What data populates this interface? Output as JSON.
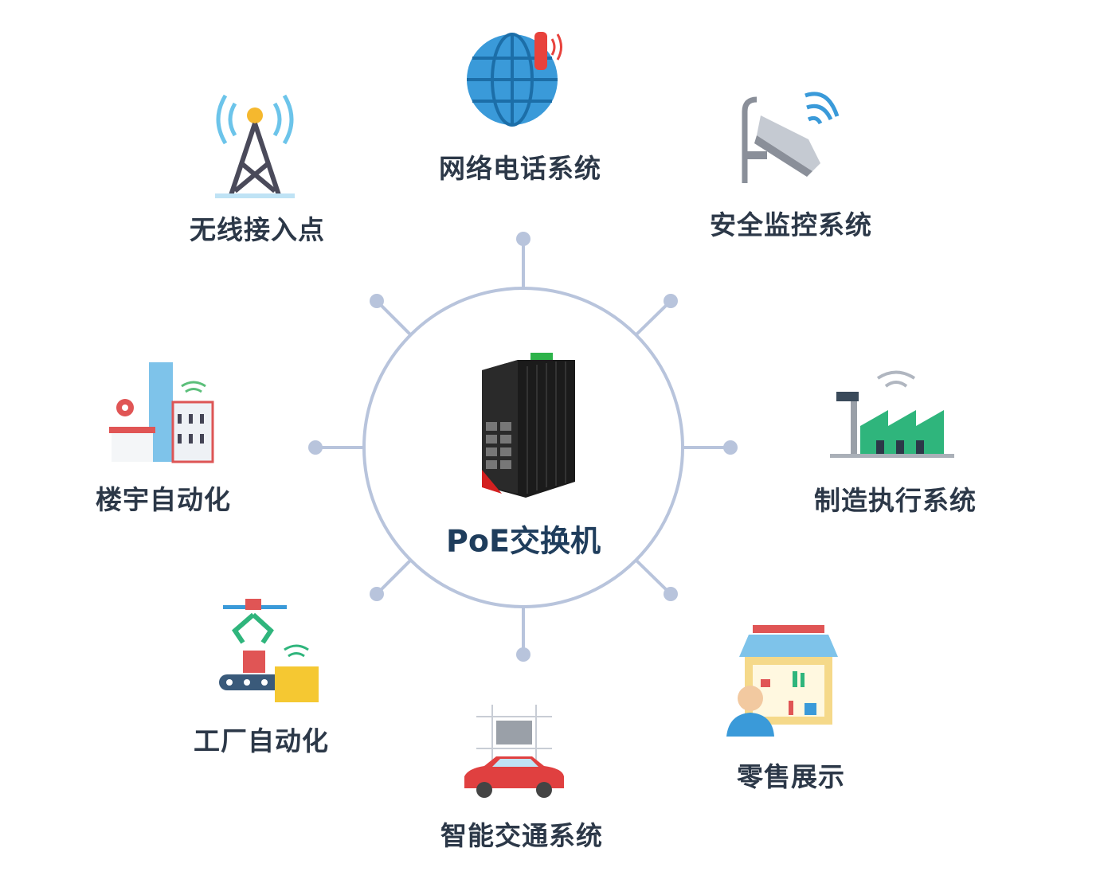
{
  "center": {
    "title": "PoE交换机"
  },
  "nodes": [
    {
      "label": "无线接入点",
      "icon": "cell-tower-icon"
    },
    {
      "label": "网络电话系统",
      "icon": "globe-phone-icon"
    },
    {
      "label": "安全监控系统",
      "icon": "security-camera-icon"
    },
    {
      "label": "楼宇自动化",
      "icon": "smart-building-icon"
    },
    {
      "label": "制造执行系统",
      "icon": "factory-icon"
    },
    {
      "label": "工厂自动化",
      "icon": "robot-arm-icon"
    },
    {
      "label": "智能交通系统",
      "icon": "smart-car-icon"
    },
    {
      "label": "零售展示",
      "icon": "retail-store-icon"
    }
  ],
  "colors": {
    "ring": "#b8c4dc",
    "title": "#1f3d5c",
    "label": "#2c3848"
  }
}
